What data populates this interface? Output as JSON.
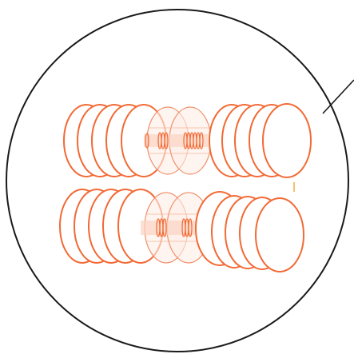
{
  "diagram": {
    "colors": {
      "outline": "#1a1a1a",
      "disc_stroke": "#f26a35",
      "disc_fill": "#ffffff",
      "spacer_stroke": "#f0906a",
      "spacer_fill": "#fde6dc",
      "rod": "#f26a35",
      "marker": "#f5c26a"
    },
    "elements": {
      "circle_outline": "magnified-view-circle",
      "leader_line": "callout-leader-line",
      "rows": [
        "top-disc-stack",
        "bottom-disc-stack"
      ]
    }
  }
}
